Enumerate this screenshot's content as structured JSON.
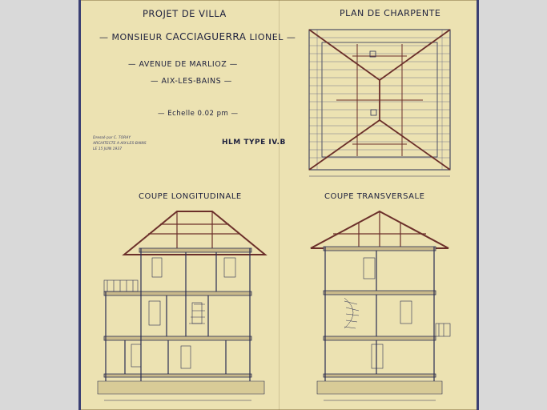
{
  "title": "PROJET DE VILLA",
  "client": {
    "prefix": "MONSIEUR",
    "name": "CACCIAGUERRA",
    "first_name": "LIONEL"
  },
  "address_line1": "AVENUE DE MARLIOZ",
  "address_line2": "AIX-LES-BAINS",
  "scale": "Echelle 0.02 pm",
  "architect": [
    "Dressé par C. TORAY",
    "ARCHITECTE A AIX-LES-BAINS",
    "LE 15 JUIN 1937"
  ],
  "type_label": "HLM TYPE IV.B",
  "plan_title": "PLAN DE CHARPENTE",
  "section_long_title": "COUPE LONGITUDINALE",
  "section_trans_title": "COUPE TRANSVERSALE",
  "colors": {
    "paper": "#ece2b2",
    "ink": "#20233f",
    "timber": "#6b2f2a",
    "frame": "#3a3f73"
  }
}
